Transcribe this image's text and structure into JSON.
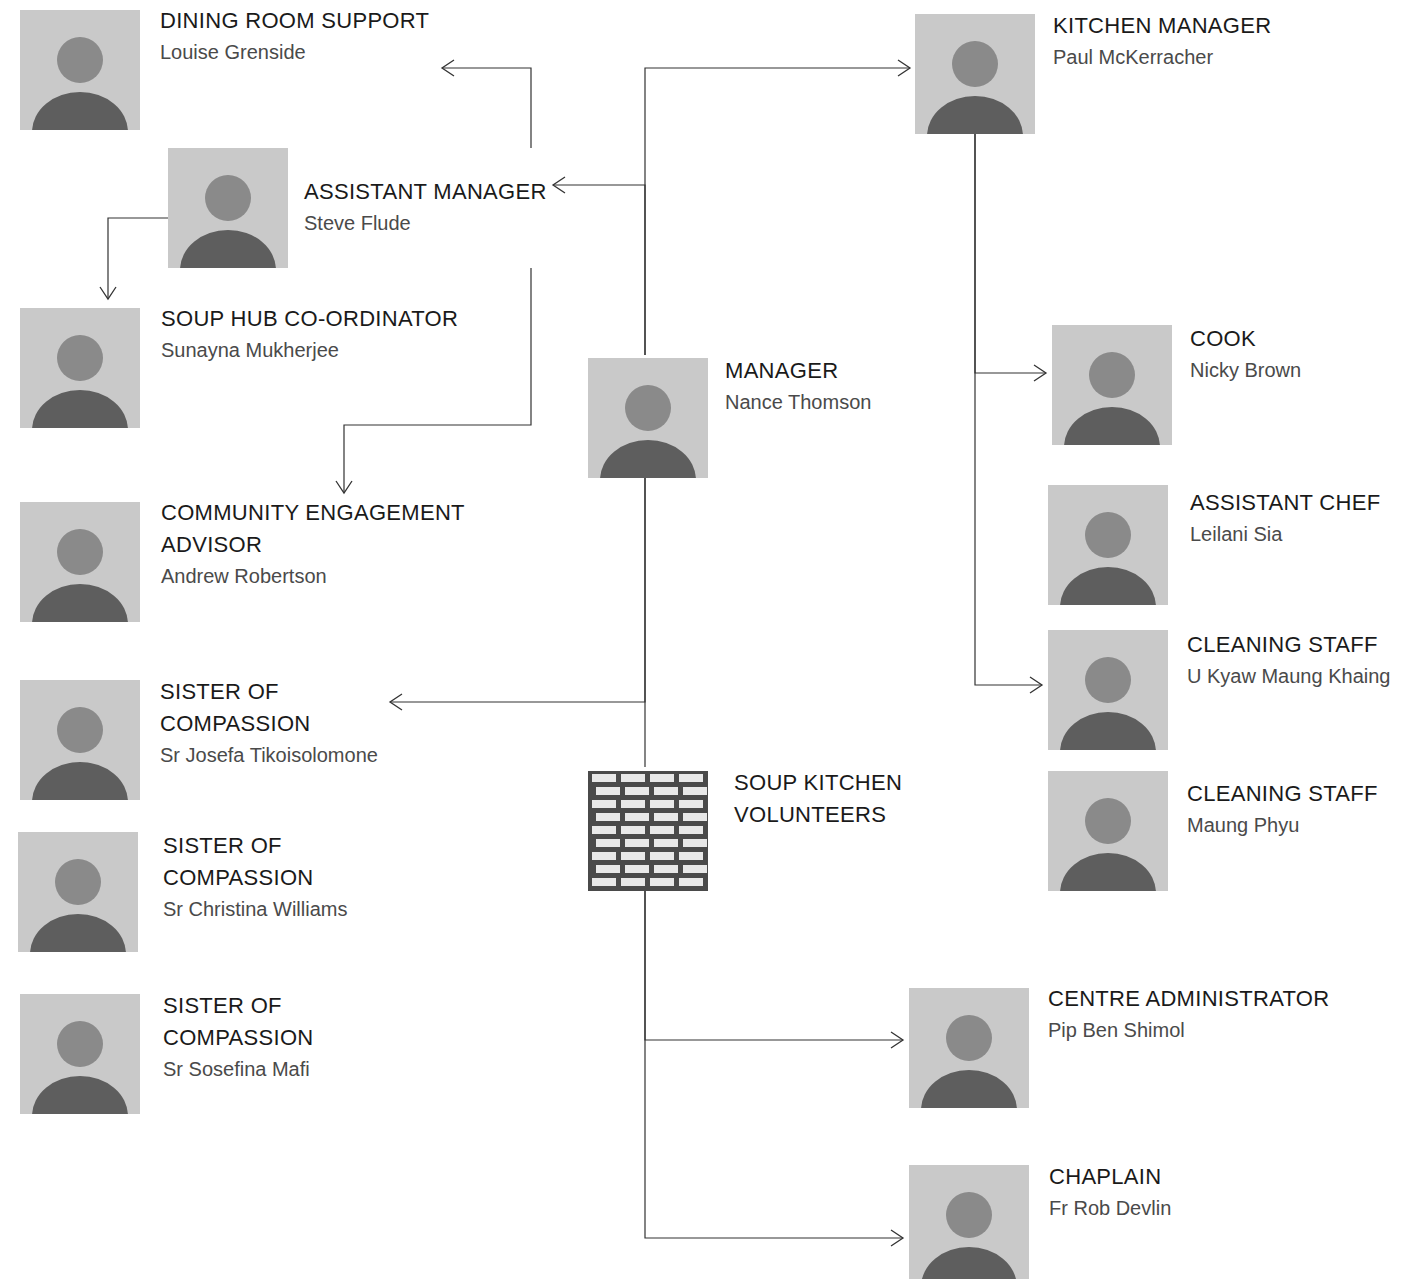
{
  "diagram": {
    "nodes": [
      {
        "text": [
          "DINING ROOM SUPPORT",
          "Louise Grenside"
        ]
      },
      {
        "text": [
          "KITCHEN MANAGER",
          "Paul McKerracher"
        ]
      },
      {
        "text": [
          "ASSISTANT MANAGER",
          "Steve Flude"
        ]
      },
      {
        "text": [
          "SOUP HUB CO-ORDINATOR",
          "Sunayna Mukherjee"
        ]
      },
      {
        "text": [
          "COOK",
          "Nicky Brown"
        ]
      },
      {
        "text": [
          "MANAGER",
          "Nance Thomson"
        ]
      },
      {
        "text": [
          "COMMUNITY ENGAGEMENT ADVISOR",
          "Andrew Robertson"
        ]
      },
      {
        "text": [
          "ASSISTANT CHEF",
          "Leilani Sia"
        ]
      },
      {
        "text": [
          "CLEANING STAFF",
          "U Kyaw Maung Khaing"
        ]
      },
      {
        "text": [
          "SISTER OF COMPASSION",
          "Sr Josefa Tikoisolomone"
        ]
      },
      {
        "text": [
          "CLEANING STAFF",
          "Maung Phyu"
        ]
      },
      {
        "text": [
          "SOUP KITCHEN VOLUNTEERS"
        ]
      },
      {
        "text": [
          "SISTER OF COMPASSION",
          "Sr Christina Williams"
        ]
      },
      {
        "text": [
          "SISTER OF COMPASSION",
          "Sr Sosefina Mafi"
        ]
      },
      {
        "text": [
          "CENTRE ADMINISTRATOR",
          "Pip Ben Shimol"
        ]
      },
      {
        "text": [
          "CHAPLAIN",
          "Fr Rob Devlin"
        ]
      }
    ],
    "edges": [
      {
        "from": 5,
        "to": 1,
        "arrow": "to"
      },
      {
        "from": 5,
        "to": 2,
        "arrow": "to"
      },
      {
        "from": 2,
        "to": 0,
        "arrow": "to"
      },
      {
        "from": 2,
        "to": 3,
        "arrow": "to"
      },
      {
        "from": 2,
        "to": 6,
        "arrow": "to"
      },
      {
        "from": 1,
        "to": 4,
        "arrow": "to"
      },
      {
        "from": 1,
        "to": 8,
        "arrow": "to"
      },
      {
        "from": 5,
        "to": 9,
        "arrow": "to"
      },
      {
        "from": 5,
        "to": 11,
        "arrow": "none"
      },
      {
        "from": 11,
        "to": 14,
        "arrow": "to"
      },
      {
        "from": 11,
        "to": 15,
        "arrow": "to"
      }
    ]
  }
}
